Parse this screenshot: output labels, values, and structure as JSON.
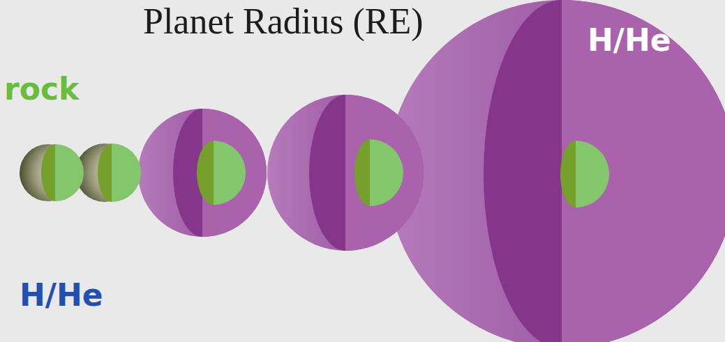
{
  "diagram": {
    "title": "Planet Radius (RE)",
    "labels": [
      "rock",
      "H/He",
      "H/He"
    ]
  }
}
